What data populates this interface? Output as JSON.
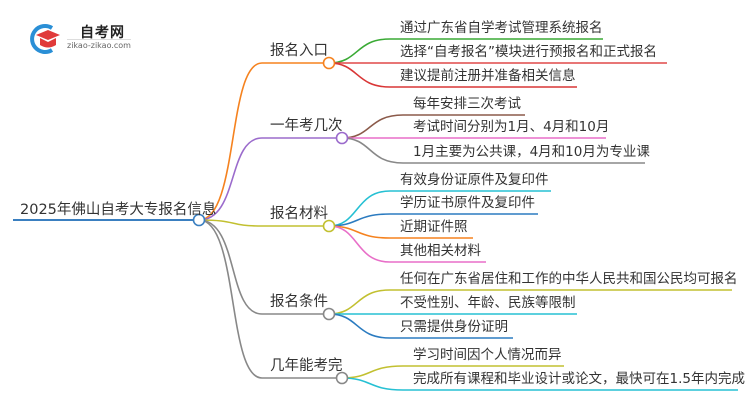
{
  "logo": {
    "name": "自考网",
    "url": "zikao-zikao.com",
    "colors": {
      "red": "#e03a3a",
      "blue": "#2a8fd6"
    }
  },
  "root": {
    "label": "2025年佛山自考大专报名信息",
    "color": "#3a7fc0"
  },
  "branches": [
    {
      "label": "报名入口",
      "color": "#f5821f",
      "leaves": [
        {
          "label": "通过广东省自学考试管理系统报名",
          "color": "#3aaa35"
        },
        {
          "label": "选择“自考报名”模块进行预报名和正式报名",
          "color": "#e04848"
        },
        {
          "label": "建议提前注册并准备相关信息",
          "color": "#d93636"
        }
      ]
    },
    {
      "label": "一年考几次",
      "color": "#9b6bcc",
      "leaves": [
        {
          "label": "每年安排三次考试",
          "color": "#8b5a4a"
        },
        {
          "label": "考试时间分别为1月、4月和10月",
          "color": "#e86fc8"
        },
        {
          "label": "1月主要为公共课，4月和10月为专业课",
          "color": "#888888"
        }
      ]
    },
    {
      "label": "报名材料",
      "color": "#c2c030",
      "leaves": [
        {
          "label": "有效身份证原件及复印件",
          "color": "#26c0d3"
        },
        {
          "label": "学历证书原件及复印件",
          "color": "#2b7bc0"
        },
        {
          "label": "近期证件照",
          "color": "#f5821f"
        },
        {
          "label": "其他相关材料",
          "color": "#e86fc8"
        }
      ]
    },
    {
      "label": "报名条件",
      "color": "#888888",
      "leaves": [
        {
          "label": "任何在广东省居住和工作的中华人民共和国公民均可报名",
          "color": "#c2c030"
        },
        {
          "label": "不受性别、年龄、民族等限制",
          "color": "#26c0d3"
        },
        {
          "label": "只需提供身份证明",
          "color": "#2b7bc0"
        }
      ]
    },
    {
      "label": "几年能考完",
      "color": "#888888",
      "leaves": [
        {
          "label": "学习时间因个人情况而异",
          "color": "#c2c030"
        },
        {
          "label": "完成所有课程和毕业设计或论文，最快可在1.5年内完成",
          "color": "#26c0d3"
        }
      ]
    }
  ]
}
